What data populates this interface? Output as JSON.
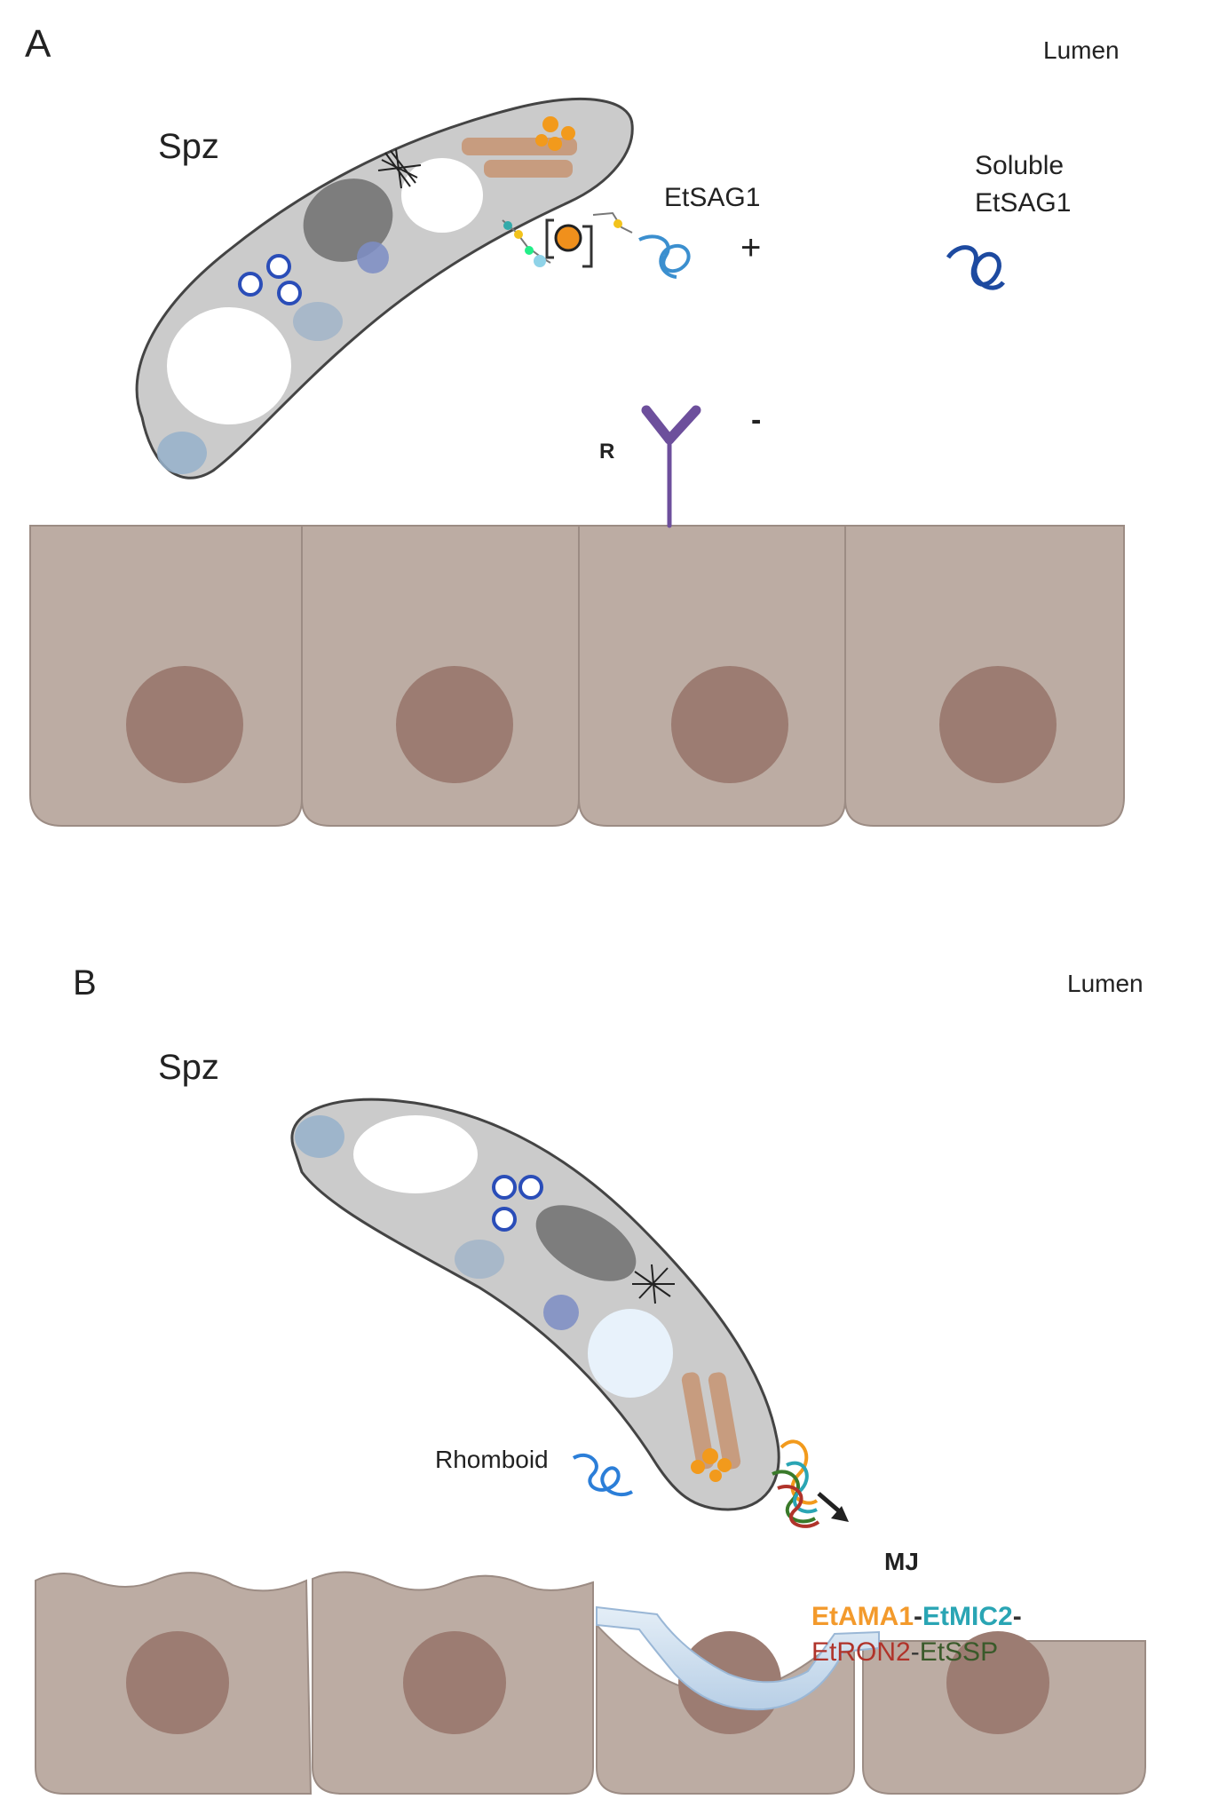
{
  "panel_a": {
    "letter": "A",
    "lumen": "Lumen",
    "spz": "Spz",
    "etsag1": "EtSAG1",
    "soluble_line1": "Soluble",
    "soluble_line2": "EtSAG1",
    "plus": "+",
    "minus": "-",
    "receptor": "R"
  },
  "panel_b": {
    "letter": "B",
    "lumen": "Lumen",
    "spz": "Spz",
    "rhomboid": "Rhomboid",
    "mj": "MJ",
    "complex": [
      {
        "text": "EtAMA1",
        "color": "#f39a2c"
      },
      {
        "text": "-",
        "color": "#333333"
      },
      {
        "text": "EtMIC2",
        "color": "#2aa5b4"
      },
      {
        "text": "-",
        "color": "#333333"
      },
      {
        "text": "EtRON2",
        "color": "#b0332a"
      },
      {
        "text": "-",
        "color": "#333333"
      },
      {
        "text": "EtSSP",
        "color": "#3a5a2a"
      }
    ]
  },
  "colors": {
    "host_cell": "#bcaca3",
    "host_border": "#9c8c84",
    "nucleus": "#9c7c72",
    "parasite_body": "#cbcbcb",
    "receptor": "#6d4f9c",
    "organelle_blue": "#2a4db8",
    "rhoptry": "#c79877",
    "granule": "#f29a1c"
  },
  "icons": [
    "parasite-sporozoite",
    "receptor-y",
    "protein-coil",
    "nucleus",
    "gpi-anchor",
    "moving-junction-arrow"
  ]
}
